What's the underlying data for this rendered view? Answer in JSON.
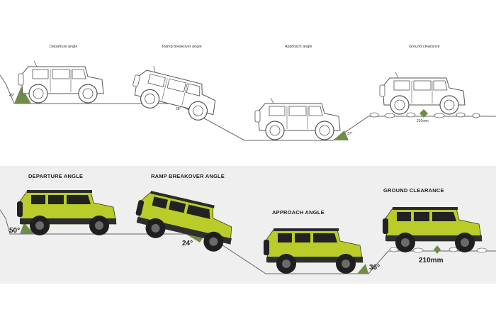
{
  "outline_diagram": {
    "departure": {
      "label": "Departure angle",
      "value": "49°"
    },
    "ramp": {
      "label": "Ramp breakover angle",
      "value": "28°"
    },
    "approach": {
      "label": "Approach angle",
      "value": "37°"
    },
    "clearance": {
      "label": "Ground clearance",
      "value": "210mm"
    }
  },
  "color_diagram": {
    "departure": {
      "label": "DEPARTURE ANGLE",
      "value": "50°"
    },
    "ramp": {
      "label": "RAMP BREAKOVER ANGLE",
      "value": "24°"
    },
    "approach": {
      "label": "APPROACH ANGLE",
      "value": "36°"
    },
    "clearance": {
      "label": "GROUND CLEARANCE",
      "value": "210mm"
    }
  },
  "colors": {
    "body_lime": "#b9cc2a",
    "angle_green": "#6f8c4a",
    "outline": "#555555",
    "panel_grey": "#efefef"
  }
}
